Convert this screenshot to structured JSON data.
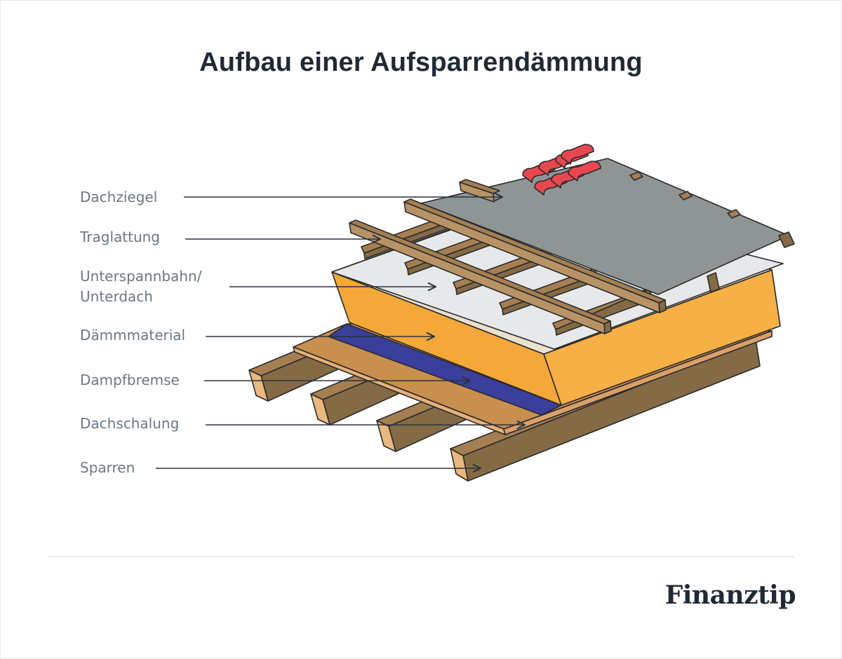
{
  "title": "Aufbau einer Aufsparrendämmung",
  "labels": {
    "dachziegel": "Dachziegel",
    "traglattung": "Traglattung",
    "unterspannbahn_line1": "Unterspannbahn/",
    "unterspannbahn_line2": "Unterdach",
    "daemmmaterial": "Dämmmaterial",
    "dampfbremse": "Dampfbremse",
    "dachschalung": "Dachschalung",
    "sparren": "Sparren"
  },
  "brand": "Finanztip",
  "colors": {
    "roof_grey": "#8f9595",
    "batten_brown": "#8b6a3d",
    "membrane_light": "#e6e8ea",
    "insulation_orange": "#f7b045",
    "vapor_blue": "#3a3f9c",
    "boarding_tan": "#c98f4f",
    "rafter_brown": "#846a45",
    "tile_red": "#e8474f",
    "outline": "#2a2a2a"
  }
}
